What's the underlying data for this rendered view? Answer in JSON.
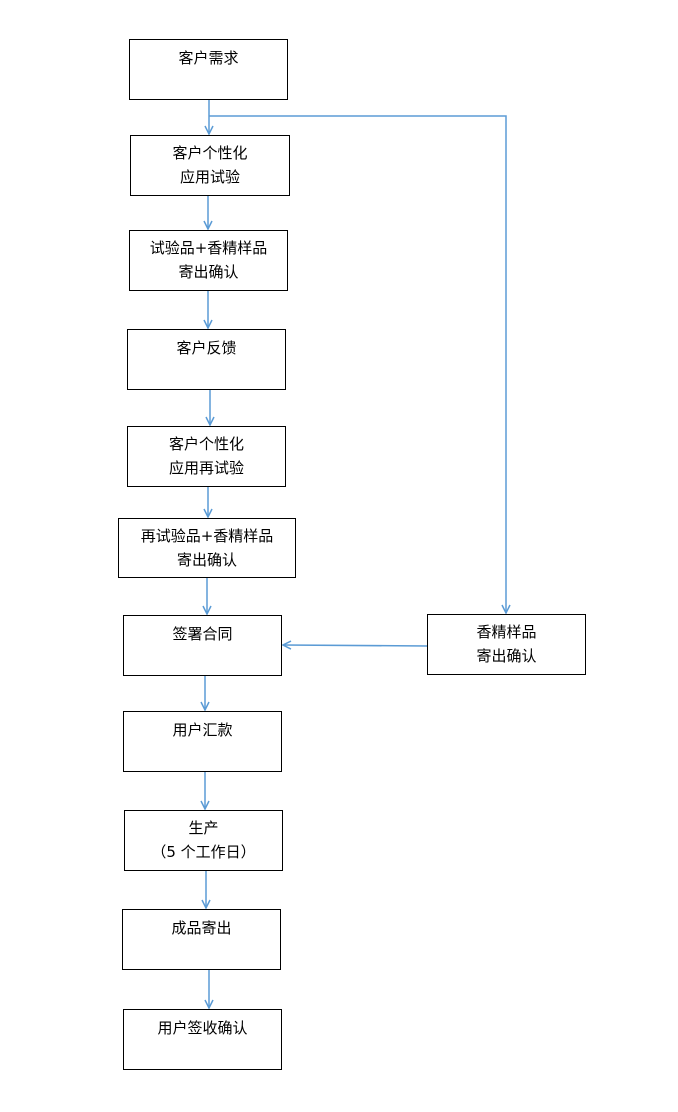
{
  "colors": {
    "arrow": "#5b9bd5",
    "box_border": "#000000",
    "text": "#000000"
  },
  "nodes": [
    {
      "id": "customer-demand",
      "lines": [
        "客户需求"
      ]
    },
    {
      "id": "custom-trial",
      "lines": [
        "客户个性化",
        "应用试验"
      ]
    },
    {
      "id": "trial-sample-ship",
      "lines": [
        "试验品+香精样品",
        "寄出确认"
      ]
    },
    {
      "id": "customer-feedback",
      "lines": [
        "客户反馈"
      ]
    },
    {
      "id": "custom-retrial",
      "lines": [
        "客户个性化",
        "应用再试验"
      ]
    },
    {
      "id": "retrial-sample-ship",
      "lines": [
        "再试验品+香精样品",
        "寄出确认"
      ]
    },
    {
      "id": "sign-contract",
      "lines": [
        "签署合同"
      ]
    },
    {
      "id": "fragrance-sample-ship",
      "lines": [
        "香精样品",
        "寄出确认"
      ]
    },
    {
      "id": "user-payment",
      "lines": [
        "用户汇款"
      ]
    },
    {
      "id": "production",
      "lines": [
        "生产",
        "（5 个工作日）"
      ]
    },
    {
      "id": "product-ship",
      "lines": [
        "成品寄出"
      ]
    },
    {
      "id": "user-receipt",
      "lines": [
        "用户签收确认"
      ]
    }
  ]
}
